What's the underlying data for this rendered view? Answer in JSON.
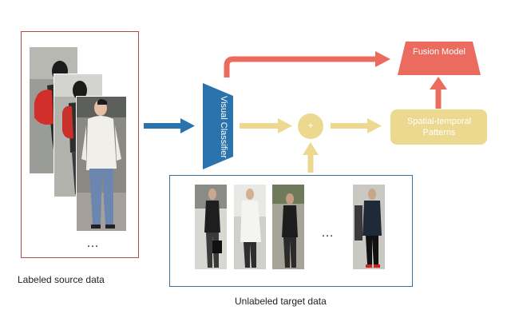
{
  "labels": {
    "source_caption": "Labeled source data",
    "target_caption": "Unlabeled target data",
    "ellipsis": "…",
    "visual_classifier": "Visual Classifier",
    "plus": "+",
    "spatial_temporal": "Spatial-temporal Patterns",
    "fusion_model": "Fusion Model"
  },
  "colors": {
    "source_border": "#b54a44",
    "target_border": "#3f6f96",
    "classifier_fill": "#2a73ad",
    "arrow_blue": "#2a73ad",
    "arrow_yellow": "#ecd98f",
    "node_yellow": "#ecd98f",
    "fusion_fill": "#ec6b5f",
    "arrow_red": "#ec6b5f"
  }
}
